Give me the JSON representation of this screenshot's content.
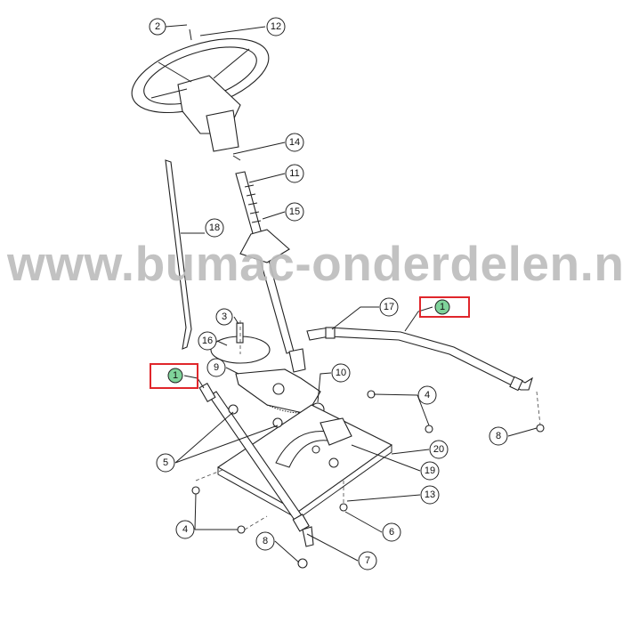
{
  "watermark": "www.bumac-onderdelen.nl",
  "highlight_color": "#e0262b",
  "callouts": {
    "c1a": "1",
    "c1b": "1",
    "c2": "2",
    "c3": "3",
    "c4a": "4",
    "c4b": "4",
    "c5": "5",
    "c6": "6",
    "c7": "7",
    "c8a": "8",
    "c8b": "8",
    "c9": "9",
    "c10": "10",
    "c11": "11",
    "c12": "12",
    "c13": "13",
    "c14": "14",
    "c15": "15",
    "c16": "16",
    "c17": "17",
    "c18": "18",
    "c19": "19",
    "c20": "20"
  }
}
